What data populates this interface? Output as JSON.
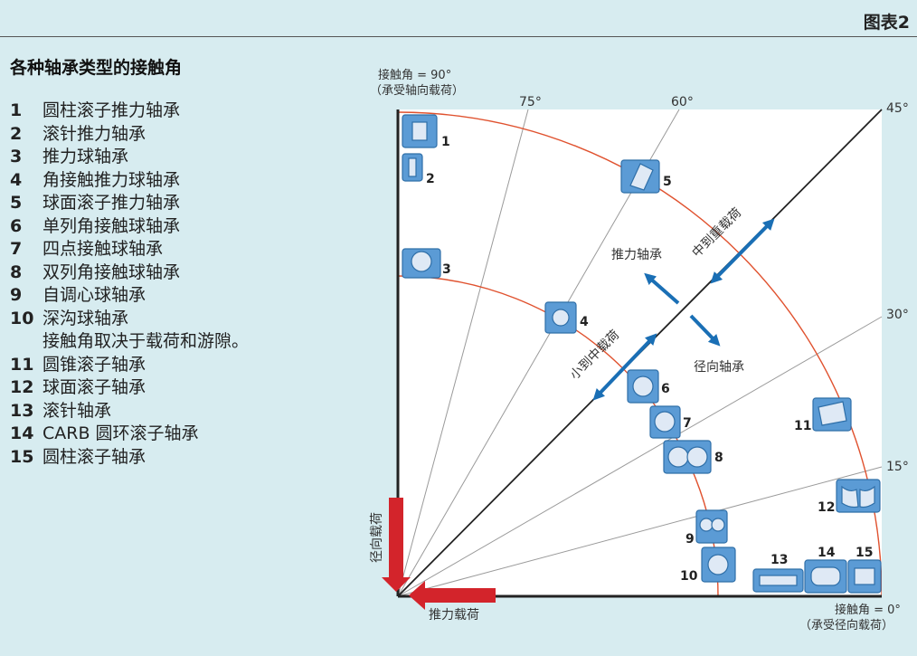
{
  "header": {
    "figure_label": "图表2"
  },
  "title": "各种轴承类型的接触角",
  "bearings": [
    {
      "num": "1",
      "name": "圆柱滚子推力轴承"
    },
    {
      "num": "2",
      "name": "滚针推力轴承"
    },
    {
      "num": "3",
      "name": "推力球轴承"
    },
    {
      "num": "4",
      "name": "角接触推力球轴承"
    },
    {
      "num": "5",
      "name": "球面滚子推力轴承"
    },
    {
      "num": "6",
      "name": "单列角接触球轴承"
    },
    {
      "num": "7",
      "name": "四点接触球轴承"
    },
    {
      "num": "8",
      "name": "双列角接触球轴承"
    },
    {
      "num": "9",
      "name": "自调心球轴承"
    },
    {
      "num": "10",
      "name": "深沟球轴承"
    },
    {
      "num": "",
      "name": "接触角取决于载荷和游隙。"
    },
    {
      "num": "11",
      "name": "圆锥滚子轴承"
    },
    {
      "num": "12",
      "name": "球面滚子轴承"
    },
    {
      "num": "13",
      "name": "滚针轴承"
    },
    {
      "num": "14",
      "name": "CARB 圆环滚子轴承"
    },
    {
      "num": "15",
      "name": "圆柱滚子轴承"
    }
  ],
  "diagram": {
    "top_label_line1": "接触角 = 90°",
    "top_label_line2": "（承受轴向载荷）",
    "bottom_label_line1": "接触角 = 0°",
    "bottom_label_line2": "（承受径向载荷）",
    "angles": [
      "75°",
      "60°",
      "45°",
      "30°",
      "15°"
    ],
    "region_thrust": "推力轴承",
    "region_radial": "径向轴承",
    "load_small_mid": "小到中载荷",
    "load_mid_heavy": "中到重载荷",
    "arrow_radial": "径向载荷",
    "arrow_thrust": "推力载荷",
    "bearing_numbers": [
      "1",
      "2",
      "3",
      "4",
      "5",
      "6",
      "7",
      "8",
      "9",
      "10",
      "11",
      "12",
      "13",
      "14",
      "15"
    ],
    "colors": {
      "arc": "#e0522f",
      "arrow_blue": "#1a6fb5",
      "arrow_red": "#d3242b",
      "bearing_fill": "#5b9bd5",
      "bearing_ring": "#2f6fa8"
    }
  }
}
